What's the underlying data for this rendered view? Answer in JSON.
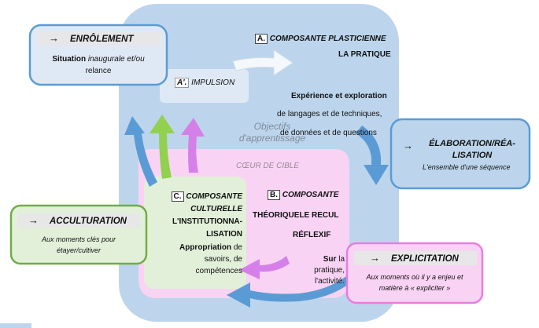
{
  "enrolement": {
    "title": "ENRÔLEMENT",
    "line1_bold": "Situation",
    "line1_rest": " inaugurale et/ou",
    "line2": "relance"
  },
  "impulsion": {
    "letter": "A'.",
    "label": "IMPULSION"
  },
  "plasticienne": {
    "letter": "A.",
    "title_l1": "COMPOSANTE PLASTICIENNE",
    "title_l2": "LA PRATIQUE",
    "sub_bold": "Expérience et exploration",
    "lines": [
      "de langages et de techniques,",
      "de données et de questions"
    ]
  },
  "objectifs": {
    "l1": "Objectifs",
    "l2": "d'apprentissage"
  },
  "coeur": {
    "label": "CŒUR DE CIBLE"
  },
  "elaboration": {
    "title_l1": "ÉLABORATION/RÉA-",
    "title_l2": "LISATION",
    "text": "L'ensemble d'une séquence"
  },
  "culturelle": {
    "letter": "C.",
    "title_lines": [
      "COMPOSANTE",
      "CULTURELLE",
      "L'INSTITUTIONNA-",
      "LISATION"
    ],
    "text_bold": "Appropriation",
    "text_rest": [
      " de",
      "savoirs, de",
      "compétences"
    ]
  },
  "theorique": {
    "letter": "B.",
    "title_l1": "COMPOSANTE",
    "title_l2": "THÉORIQUELE RECUL",
    "title_l3": "RÉFLEXIF",
    "text_bold": "Sur",
    "text_lines": [
      " la",
      "pratique,",
      "l'activité."
    ]
  },
  "acculturation": {
    "title": "ACCULTURATION",
    "text_l1": "Aux moments clés pour",
    "text_l2": "étayer/cultiver"
  },
  "explicitation": {
    "title": "EXPLICITATION",
    "text_l1": "Aux moments où il y a enjeu et",
    "text_l2": "matière à « expliciter »"
  },
  "arrow_glyph": "→",
  "colors": {
    "blue_bg": "#bcd5ec",
    "blue_border": "#5b9bd5",
    "pink_bg": "#f9d3f4",
    "pink_border": "#e57ee0",
    "green_bg": "#e2f0d9",
    "green_border": "#70ad47",
    "arrow_blue": "#5b9bd5",
    "arrow_green": "#92d050",
    "arrow_violet": "#d580e8"
  }
}
